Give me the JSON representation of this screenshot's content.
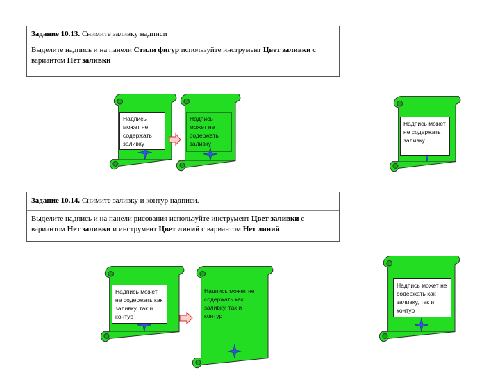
{
  "task1": {
    "title_bold": "Задание 10.13.",
    "title_rest": " Снимите заливку надписи",
    "body_1": "Выделите надпись и на панели ",
    "body_2_bold": "Стили фигур",
    "body_3": " используйте инструмент ",
    "body_4_bold": "Цвет заливки",
    "body_5": " с вариантом ",
    "body_6_bold": "Нет заливки"
  },
  "task2": {
    "title_bold": "Задание 10.14.",
    "title_rest": " Снимите заливку и контур надписи.",
    "body_1": "Выделите надпись и на панели рисования используйте инструмент ",
    "body_2_bold": "Цвет заливки",
    "body_3": " с вариантом ",
    "body_4_bold": "Нет заливки",
    "body_5": " и инструмент ",
    "body_6_bold": "Цвет линий",
    "body_7": " с вариантом ",
    "body_8_bold": "Нет линий",
    "body_9": "."
  },
  "examples": {
    "note1": "Надпись может не содержать заливку",
    "note2": "Надпись может не содержать как заливку, так и контур"
  },
  "colors": {
    "scroll_fill": "#22dd22",
    "scroll_stroke": "#333333",
    "star": "#3355dd",
    "arrow_fill": "#ffcccc",
    "arrow_stroke": "#cc3333"
  }
}
